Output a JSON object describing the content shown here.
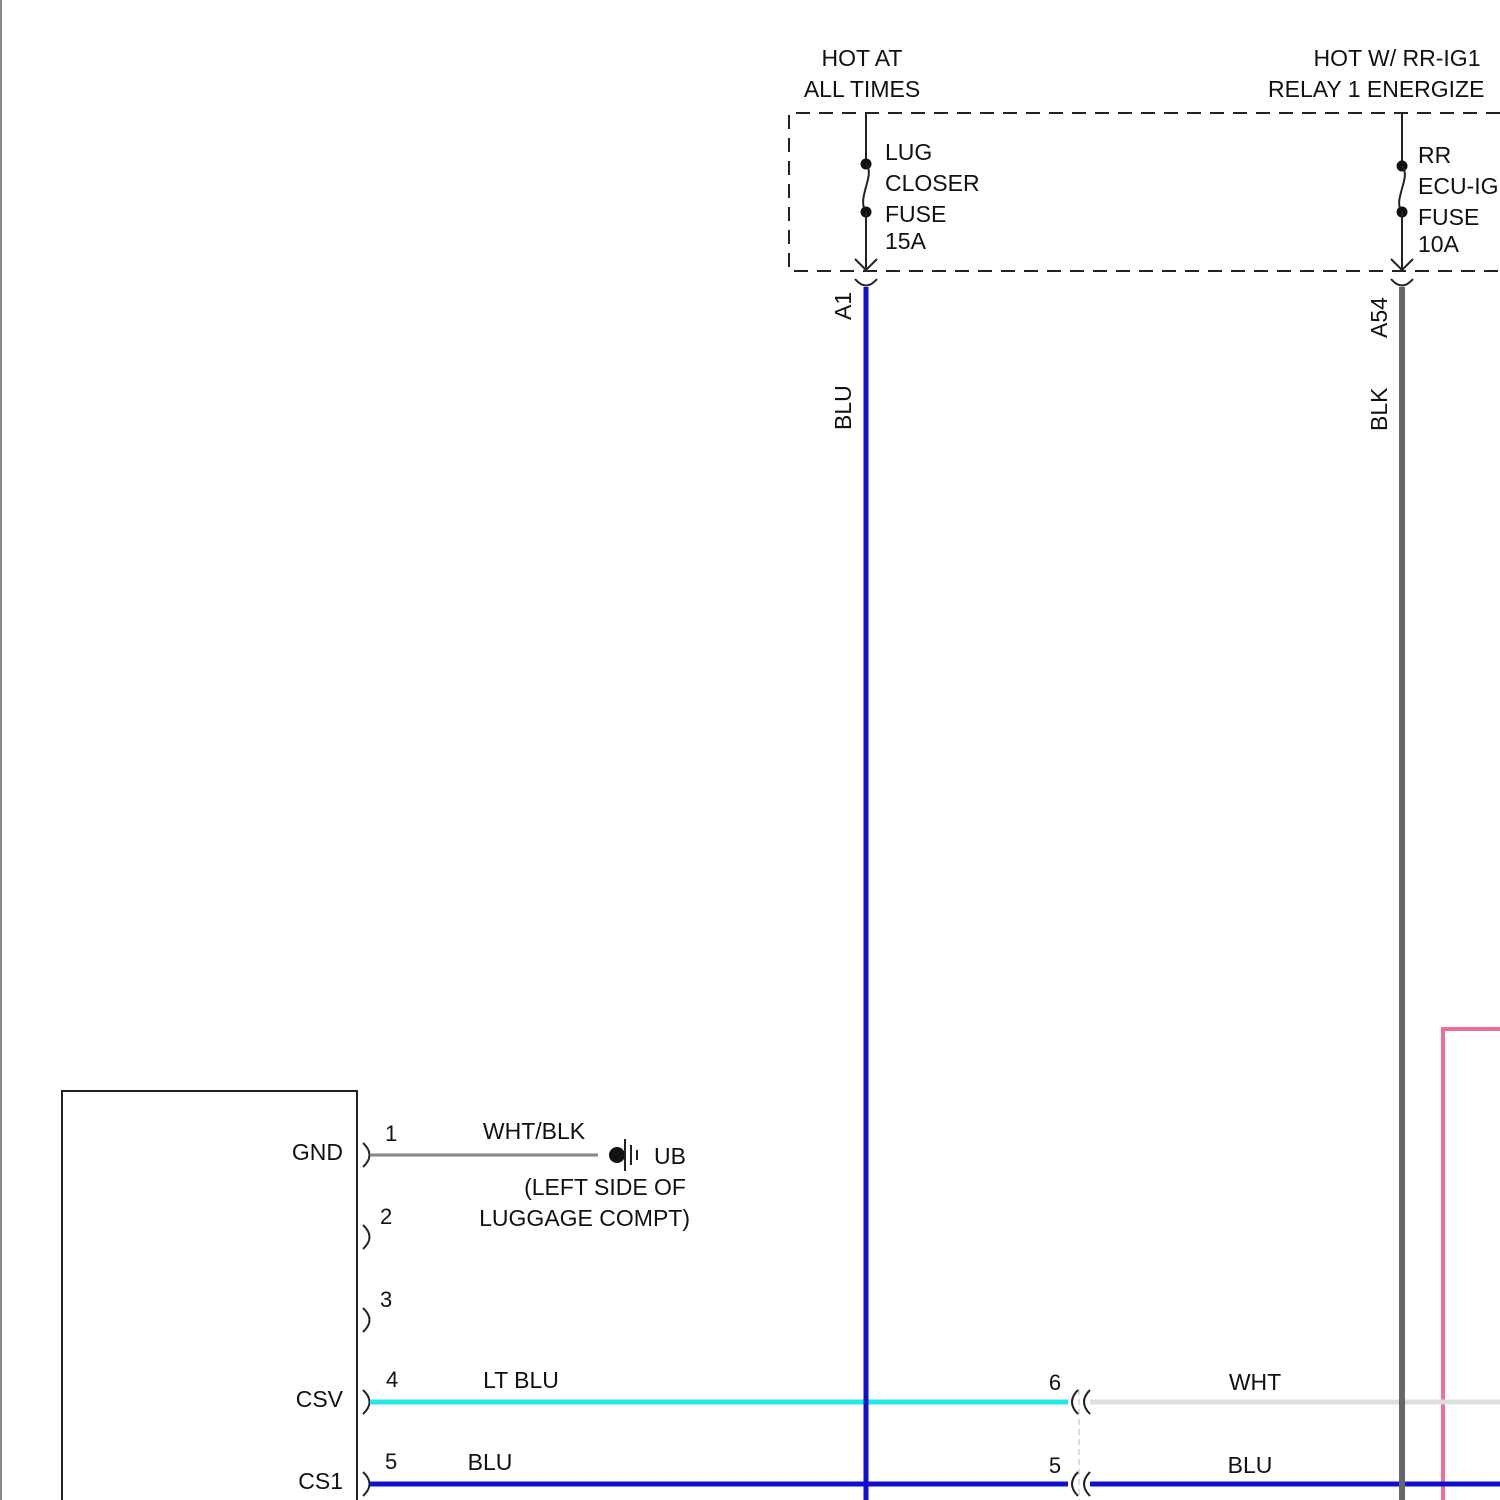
{
  "supplies": {
    "left": {
      "line1": "HOT AT",
      "line2": "ALL TIMES"
    },
    "right": {
      "line1": "HOT W/ RR-IG1",
      "line2": "RELAY 1 ENERGIZE"
    }
  },
  "fuses": [
    {
      "lines": [
        "LUG",
        "CLOSER",
        "FUSE",
        "15A"
      ],
      "connector": "A1",
      "wire_color": "BLU"
    },
    {
      "lines": [
        "RR",
        "ECU-IG",
        "FUSE",
        "10A"
      ],
      "connector": "A54",
      "wire_color": "BLK"
    }
  ],
  "module_pins": [
    {
      "number": "1",
      "name": "GND",
      "wire": "WHT/BLK"
    },
    {
      "number": "2",
      "name": "",
      "wire": ""
    },
    {
      "number": "3",
      "name": "",
      "wire": ""
    },
    {
      "number": "4",
      "name": "CSV",
      "wire": "LT BLU"
    },
    {
      "number": "5",
      "name": "CS1",
      "wire": "BLU"
    }
  ],
  "ground": {
    "code": "UB",
    "location_line1": "(LEFT SIDE OF",
    "location_line2": "LUGGAGE COMPT)"
  },
  "splice_pins": [
    {
      "number": "6",
      "wire": "WHT"
    },
    {
      "number": "5",
      "wire": "BLU"
    }
  ],
  "colors": {
    "blu": "#1010d0",
    "lt_blu": "#22e8e8",
    "blk": "#666666",
    "wht": "#dddddd",
    "wht_blk": "#bbbbbb",
    "pink": "#ee6e96",
    "line": "#222222"
  }
}
